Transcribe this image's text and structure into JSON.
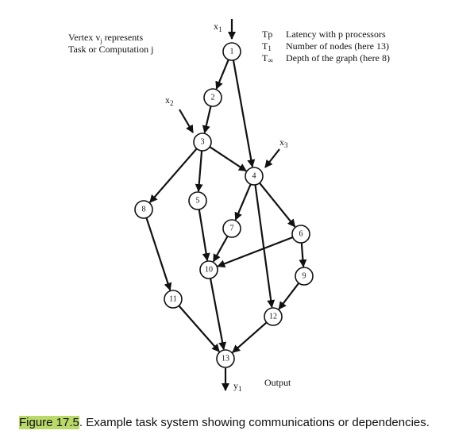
{
  "legend_left": {
    "line1_prefix": "Vertex v",
    "line1_sub": "j",
    "line1_suffix": " represents",
    "line2": "Task or Computation j"
  },
  "legend_right": {
    "rows": [
      {
        "sym": "Tp",
        "sub": "",
        "text": "Latency with p processors"
      },
      {
        "sym": "T",
        "sub": "1",
        "text": "Number of nodes (here 13)"
      },
      {
        "sym": "T",
        "sub": "∞",
        "text": "Depth of the graph (here 8)"
      }
    ]
  },
  "inputs": {
    "x1": {
      "base": "x",
      "sub": "1"
    },
    "x2": {
      "base": "x",
      "sub": "2"
    },
    "x3": {
      "base": "x",
      "sub": "3"
    }
  },
  "output": {
    "base": "y",
    "sub": "1",
    "label": "Output"
  },
  "nodes": [
    {
      "id": "1",
      "label": "1"
    },
    {
      "id": "2",
      "label": "2"
    },
    {
      "id": "3",
      "label": "3"
    },
    {
      "id": "4",
      "label": "4"
    },
    {
      "id": "5",
      "label": "5"
    },
    {
      "id": "6",
      "label": "6"
    },
    {
      "id": "7",
      "label": "7"
    },
    {
      "id": "8",
      "label": "8"
    },
    {
      "id": "9",
      "label": "9"
    },
    {
      "id": "10",
      "label": "10"
    },
    {
      "id": "11",
      "label": "11"
    },
    {
      "id": "12",
      "label": "12"
    },
    {
      "id": "13",
      "label": "13"
    }
  ],
  "edges": [
    {
      "from": "1",
      "to": "2"
    },
    {
      "from": "1",
      "to": "4"
    },
    {
      "from": "2",
      "to": "3"
    },
    {
      "from": "3",
      "to": "4"
    },
    {
      "from": "3",
      "to": "5"
    },
    {
      "from": "3",
      "to": "8"
    },
    {
      "from": "4",
      "to": "7"
    },
    {
      "from": "4",
      "to": "6"
    },
    {
      "from": "4",
      "to": "12"
    },
    {
      "from": "5",
      "to": "10"
    },
    {
      "from": "7",
      "to": "10"
    },
    {
      "from": "6",
      "to": "10"
    },
    {
      "from": "6",
      "to": "9"
    },
    {
      "from": "8",
      "to": "11"
    },
    {
      "from": "9",
      "to": "12"
    },
    {
      "from": "10",
      "to": "13"
    },
    {
      "from": "11",
      "to": "13"
    },
    {
      "from": "12",
      "to": "13"
    }
  ],
  "caption": {
    "highlight": "Figure 17.5",
    "text": ". Example task system showing communications or dependencies."
  }
}
